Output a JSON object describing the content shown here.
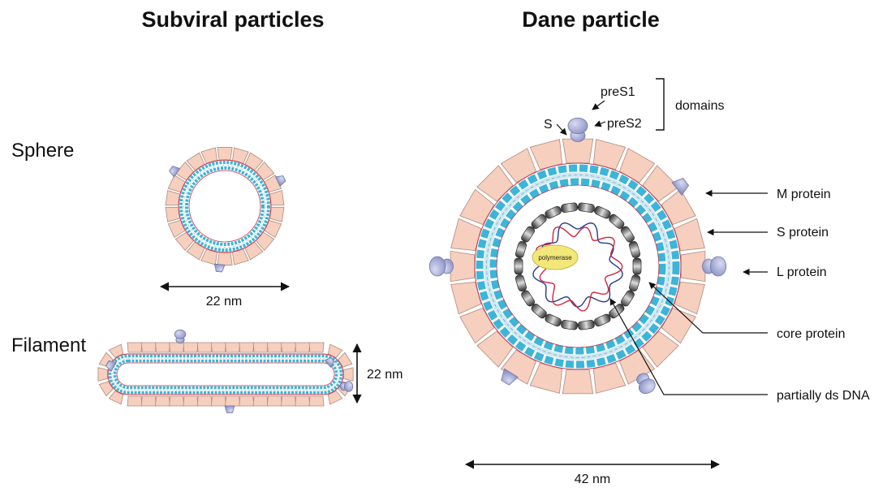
{
  "titles": {
    "subviral": "Subviral particles",
    "dane": "Dane particle"
  },
  "shapes": {
    "sphere": "Sphere",
    "filament": "Filament"
  },
  "dimensions": {
    "sphere_size": "22 nm",
    "filament_size": "22 nm",
    "dane_size": "42 nm"
  },
  "domain_labels": {
    "pres1": "preS1",
    "pres2": "preS2",
    "s": "S",
    "domains": "domains"
  },
  "component_labels": {
    "m_protein": "M protein",
    "s_protein": "S protein",
    "l_protein": "L protein",
    "core_protein": "core protein",
    "partially_ds_dna": "partially ds DNA"
  },
  "polymerase": "polymerase",
  "colors": {
    "envelope": "#f6cfbf",
    "envelope_stroke": "#b08a7c",
    "preS_domain": "#b8bde0",
    "preS_stroke": "#6f76a8",
    "lipid_head": "#3cb5d8",
    "lipid_tail": "#f3f3f3",
    "membrane_red": "#c9344a",
    "capsid_dark": "#4a4a4a",
    "dna_red": "#d0253c",
    "dna_blue": "#253a8c",
    "polymerase": "#f3e77a"
  }
}
